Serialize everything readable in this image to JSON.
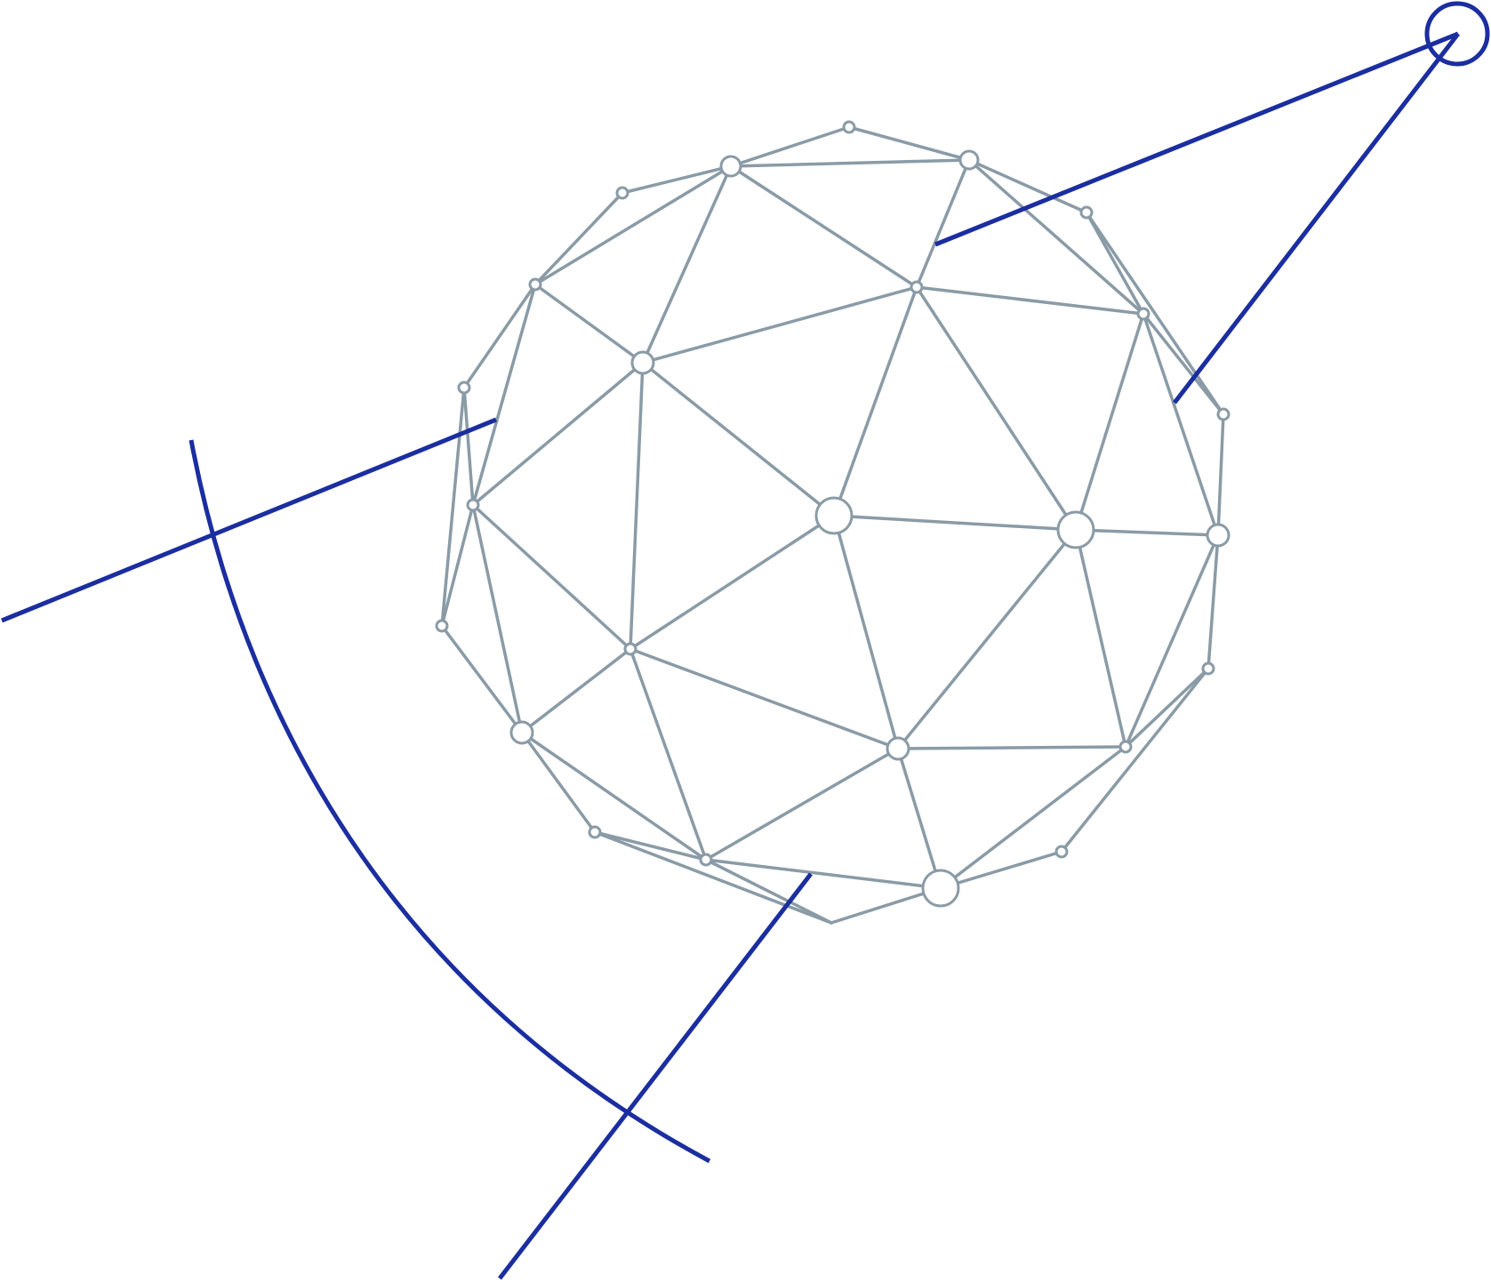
{
  "figure": {
    "subject": "geodesic-sphere-mesh",
    "colors": {
      "mesh": "#8a9ba6",
      "node_fill": "#ffffff",
      "annotation": "#1b2ea0",
      "background": "#ffffff"
    },
    "icons": [
      "orbit-arc",
      "pointer-ring"
    ]
  }
}
